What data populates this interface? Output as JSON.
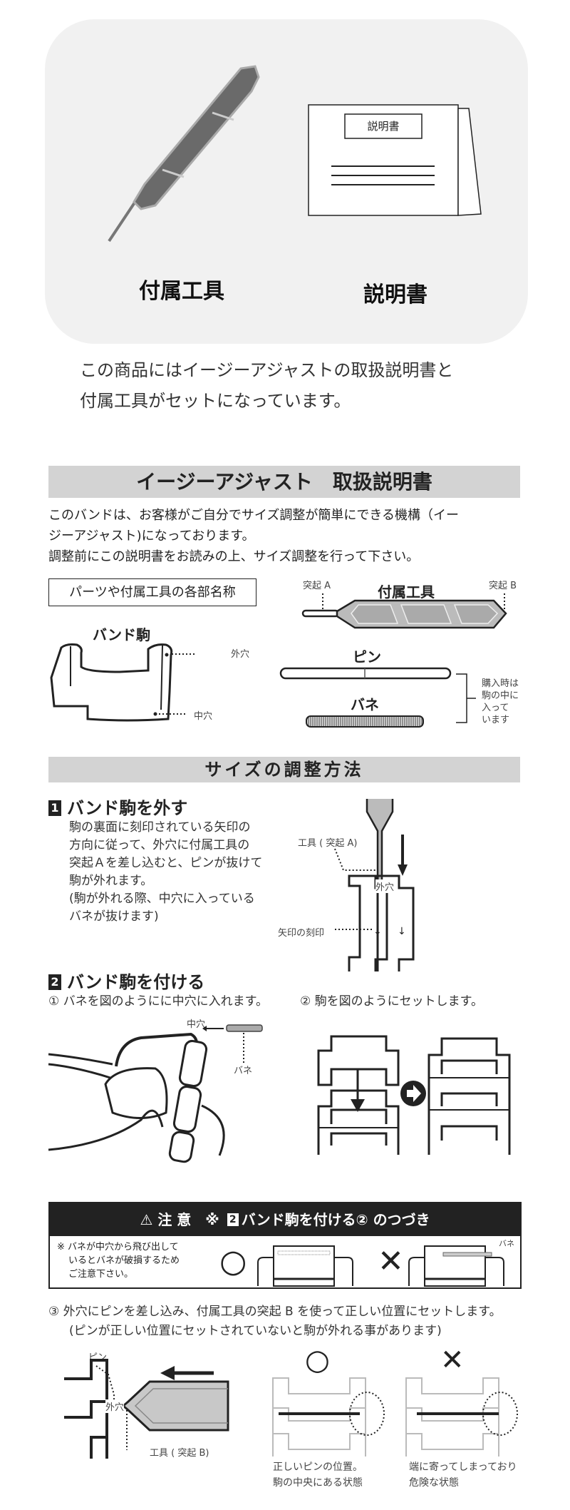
{
  "intro": {
    "tool_label": "付属工具",
    "manual_label": "説明書",
    "manual_cover_text": "説明書",
    "caption_line1": "この商品にはイージーアジャストの取扱説明書と",
    "caption_line2": "付属工具がセットになっています。"
  },
  "manual": {
    "title": "イージーアジャスト　取扱説明書",
    "para_line1": "このバンドは、お客様がご自分でサイズ調整が簡単にできる機構（イー",
    "para_line2": "ジーアジャスト)になっております。",
    "para_line3": "調整前にこの説明書をお読みの上、サイズ調整を行って下さい。",
    "parts_title": "パーツや付属工具の各部名称",
    "parts": {
      "tool": "付属工具",
      "tip_a": "突起 A",
      "tip_b": "突起 B",
      "link": "バンド駒",
      "outer_hole": "外穴",
      "center_hole": "中穴",
      "pin": "ピン",
      "spring": "バネ",
      "note": [
        "購入時は",
        "駒の中に",
        "入って",
        "います"
      ]
    }
  },
  "method": {
    "title": "サイズの調整方法",
    "step1": {
      "num": "1",
      "title": "バンド駒を外す",
      "lines": [
        "駒の裏面に刻印されている矢印の",
        "方向に従って、外穴に付属工具の",
        "突起Ａを差し込むと、ピンが抜けて",
        "駒が外れます。",
        "(駒が外れる際、中穴に入っている",
        "バネが抜けます)"
      ],
      "tool_label": "工具 ( 突起 A)",
      "arrow_mark_label": "矢印の刻印",
      "outer_hole": "外穴"
    },
    "step2": {
      "num": "2",
      "title": "バンド駒を付ける",
      "sub1": "① バネを図のようにに中穴に入れます。",
      "sub2": "② 駒を図のようにセットします。",
      "center_hole": "中穴",
      "spring": "バネ"
    }
  },
  "caution": {
    "header_prefix": "注 意　※",
    "header_num": "2",
    "header_text": "バンド駒を付ける② のつづき",
    "note_lines": [
      "※ バネが中穴から飛び出して",
      "いるとバネが破損するため",
      "ご注意下さい。"
    ],
    "ok_mark": "○",
    "ng_mark": "✕",
    "spring": "バネ"
  },
  "step3": {
    "line1": "③ 外穴にピンを差し込み、付属工具の突起 B を使って正しい位置にセットします。",
    "line2": "(ピンが正しい位置にセットされていないと駒が外れる事があります)",
    "pin": "ピン",
    "outer_hole": "外穴",
    "tool_label": "工具 ( 突起 B)",
    "ok_mark": "○",
    "ng_mark": "✕",
    "ok_caption": [
      "正しいピンの位置。",
      "駒の中央にある状態"
    ],
    "ng_caption": [
      "端に寄ってしまっており",
      "危険な状態"
    ]
  },
  "colors": {
    "header_gray": "#d3d3d3",
    "card_bg": "#f1f1f1",
    "dark": "#222222"
  }
}
